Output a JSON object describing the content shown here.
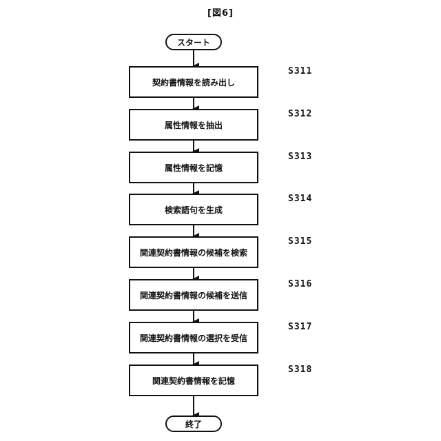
{
  "figure": {
    "title": "[図6]"
  },
  "flow": {
    "start_label": "スタート",
    "end_label": "終了",
    "steps": [
      {
        "id": "S311",
        "label": "契約書情報を読み出し"
      },
      {
        "id": "S312",
        "label": "属性情報を抽出"
      },
      {
        "id": "S313",
        "label": "属性情報を記憶"
      },
      {
        "id": "S314",
        "label": "検索語句を生成"
      },
      {
        "id": "S315",
        "label": "関連契約書情報の候補を検索"
      },
      {
        "id": "S316",
        "label": "関連契約書情報の候補を送信"
      },
      {
        "id": "S317",
        "label": "関連契約書情報の選択を受信"
      },
      {
        "id": "S318",
        "label": "関連契約書情報を記憶"
      }
    ]
  }
}
